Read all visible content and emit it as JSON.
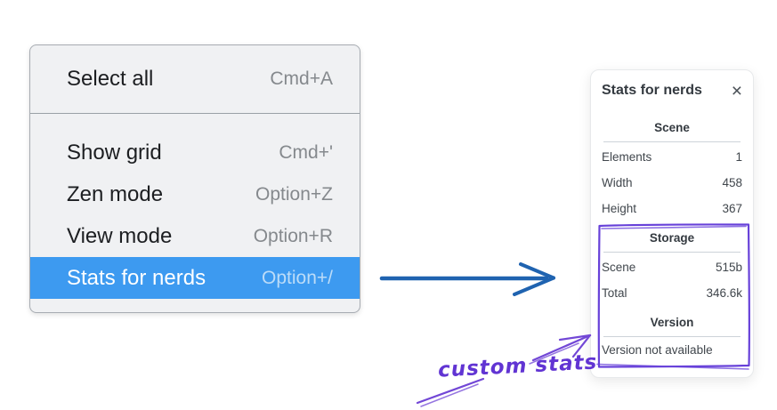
{
  "context_menu": {
    "items": [
      {
        "label": "Select all",
        "shortcut": "Cmd+A"
      },
      {
        "label": "Show grid",
        "shortcut": "Cmd+'"
      },
      {
        "label": "Zen mode",
        "shortcut": "Option+Z"
      },
      {
        "label": "View mode",
        "shortcut": "Option+R"
      },
      {
        "label": "Stats for nerds",
        "shortcut": "Option+/"
      }
    ],
    "highlighted_item": "Stats for nerds"
  },
  "stats_panel": {
    "title": "Stats for nerds",
    "close_glyph": "×",
    "sections": [
      {
        "header": "Scene",
        "rows": [
          {
            "label": "Elements",
            "value": "1"
          },
          {
            "label": "Width",
            "value": "458"
          },
          {
            "label": "Height",
            "value": "367"
          }
        ]
      },
      {
        "header": "Storage",
        "rows": [
          {
            "label": "Scene",
            "value": "515b"
          },
          {
            "label": "Total",
            "value": "346.6k"
          }
        ]
      },
      {
        "header": "Version",
        "note": "Version not available"
      }
    ]
  },
  "annotation": {
    "label": "custom stats"
  },
  "colors": {
    "menu_background": "#f0f1f3",
    "highlight_blue": "#3d9af0",
    "flow_arrow_blue": "#1f63b0",
    "annotation_purple": "#6741d9",
    "panel_text": "#40464c"
  }
}
